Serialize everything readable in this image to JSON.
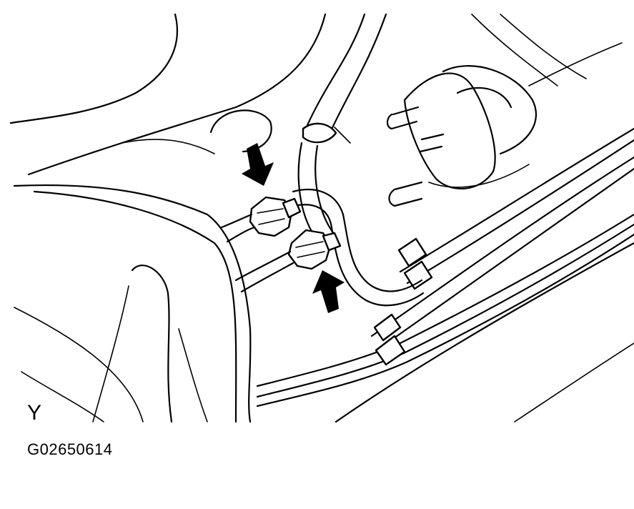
{
  "figure": {
    "view_letter": "Y",
    "code": "G02650614",
    "arrow_count": 2
  }
}
